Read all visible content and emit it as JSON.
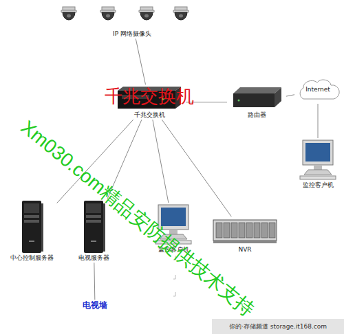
{
  "diagram": {
    "nodes": [
      {
        "text": [
          "IP 网络摄像头"
        ]
      },
      {
        "text": [
          "千兆交换机"
        ]
      },
      {
        "text": [
          "路由器"
        ]
      },
      {
        "text": [
          "Internet"
        ]
      },
      {
        "text": [
          "监控客户机"
        ]
      },
      {
        "text": [
          "中心控制服务器"
        ]
      },
      {
        "text": [
          "电视服务器"
        ]
      },
      {
        "text": [
          "监控客户机"
        ]
      },
      {
        "text": [
          "NVR"
        ]
      },
      {
        "text": [
          "电视墙"
        ]
      }
    ],
    "edges": [
      {
        "from": 0,
        "to": 1,
        "arrow": "none"
      },
      {
        "from": 1,
        "to": 2,
        "arrow": "none"
      },
      {
        "from": 2,
        "to": 3,
        "arrow": "none"
      },
      {
        "from": 3,
        "to": 4,
        "arrow": "none"
      },
      {
        "from": 1,
        "to": 5,
        "arrow": "none"
      },
      {
        "from": 1,
        "to": 6,
        "arrow": "none"
      },
      {
        "from": 1,
        "to": 7,
        "arrow": "none"
      },
      {
        "from": 1,
        "to": 8,
        "arrow": "none"
      },
      {
        "from": 6,
        "to": 9,
        "arrow": "none"
      }
    ],
    "labels": [
      "千兆交换机",
      "Xm030.com精品安防提供技术支持",
      "你的·存储频道 storage.it168.com"
    ]
  }
}
